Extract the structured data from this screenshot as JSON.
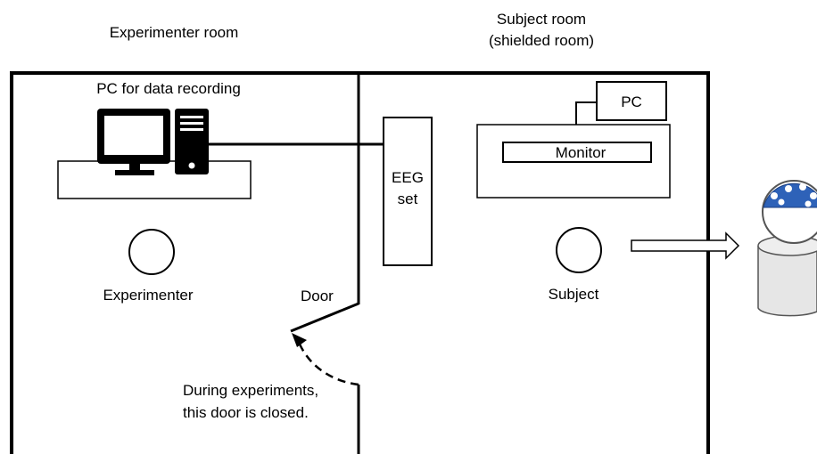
{
  "rooms": {
    "experimenter_room": "Experimenter room",
    "subject_room_line1": "Subject room",
    "subject_room_line2": "(shielded room)"
  },
  "labels": {
    "pc_recording": "PC for data recording",
    "pc": "PC",
    "monitor": "Monitor",
    "eeg_line1": "EEG",
    "eeg_line2": "set",
    "experimenter": "Experimenter",
    "subject": "Subject",
    "door": "Door",
    "note_line1": "During experiments,",
    "note_line2": "this door is closed."
  },
  "icons": {
    "computer": "desktop-computer-icon",
    "head": "person-with-eeg-cap-icon"
  },
  "colors": {
    "cap": "#2e62b8",
    "lines": "#000000"
  }
}
